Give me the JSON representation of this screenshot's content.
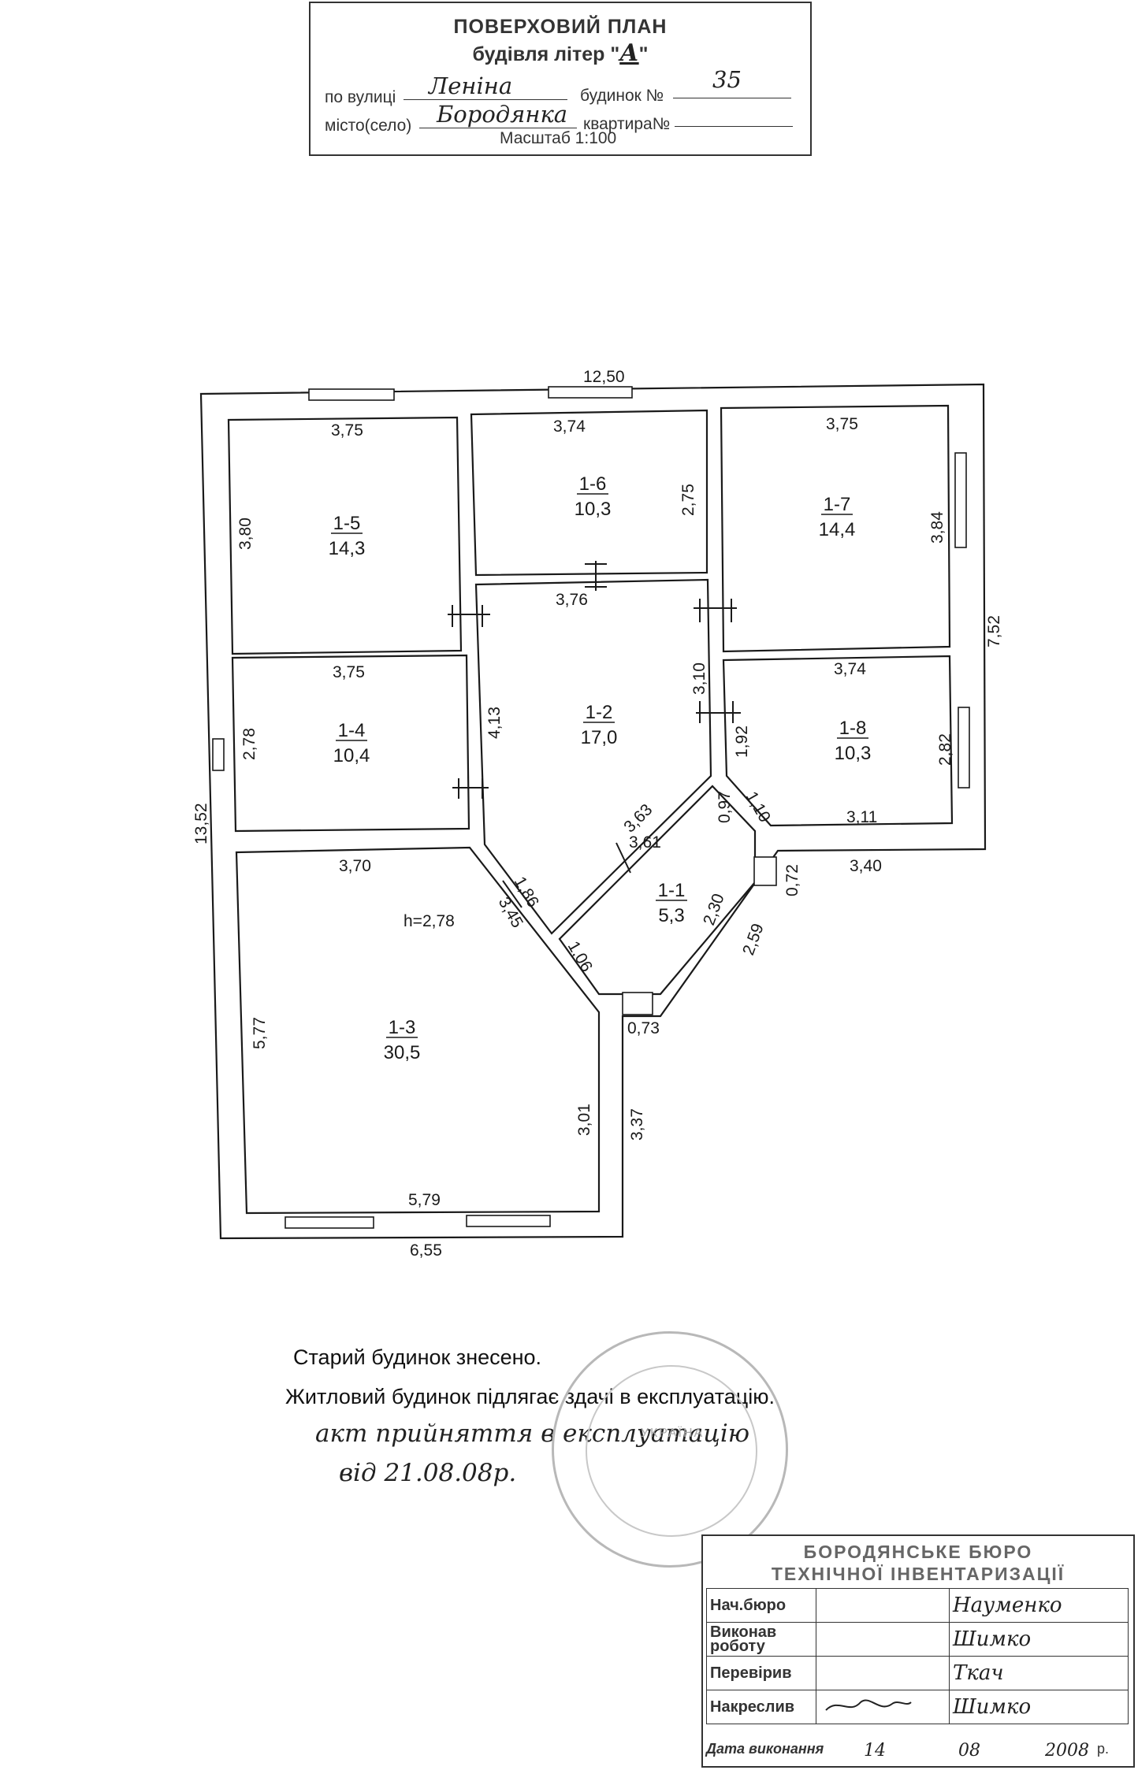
{
  "title_stamp": {
    "line1": "ПОВЕРХОВИЙ ПЛАН",
    "line2": "будівля літер \"",
    "line2_close": "\"",
    "letter": "А",
    "street_label": "по вулиці",
    "street_value": "Леніна",
    "house_label": "будинок №",
    "house_value": "35",
    "city_label": "місто(село)",
    "city_value": "Бородянка",
    "apartment_label": "квартира№",
    "scale": "Масштаб 1:100"
  },
  "rooms": [
    {
      "id": "1-5",
      "area": "14,3"
    },
    {
      "id": "1-6",
      "area": "10,3"
    },
    {
      "id": "1-7",
      "area": "14,4"
    },
    {
      "id": "1-4",
      "area": "10,4"
    },
    {
      "id": "1-2",
      "area": "17,0"
    },
    {
      "id": "1-8",
      "area": "10,3"
    },
    {
      "id": "1-1",
      "area": "5,3"
    },
    {
      "id": "1-3",
      "area": "30,5"
    }
  ],
  "dimensions": {
    "overall_top": "12,50",
    "overall_left": "13,52",
    "overall_right": "7,52",
    "bottom_outer": "6,55",
    "right_bottom": "3,40",
    "lower_right_outer": "3,37",
    "height_note": "h=2,78",
    "r15_w": "3,75",
    "r15_h": "3,80",
    "r16_w": "3,74",
    "r16_h": "2,75",
    "r17_w": "3,75",
    "r17_h": "3,84",
    "r14_w": "3,75",
    "r14_h": "2,78",
    "r12_w": "3,76",
    "r12_left": "4,13",
    "r12_right": "3,10",
    "r12_right_low": "1,92",
    "r12_diag": "3,63",
    "r12_diag_low": "1,86",
    "r18_w": "3,74",
    "r18_h": "2,82",
    "r18_bottom": "3,11",
    "r18_diag": "1,10",
    "r11_diag_top": "3,61",
    "r11_side": "0,97",
    "r11_right": "0,72",
    "r11_diag": "2,30",
    "r11_outer": "2,59",
    "r11_left": "1,06",
    "r11_bottom": "0,73",
    "r13_top": "3,70",
    "r13_left": "5,77",
    "r13_diag": "3,45",
    "r13_right": "3,01",
    "r13_bottom": "5,79"
  },
  "notes": {
    "line1": "Старий будинок  знесено.",
    "line2": "Житловий будинок підлягає здачі в експлуатацію.",
    "hand1": "акт прийняття в експлуатацію",
    "hand2": "від   21.08.08",
    "hand2_suffix": "р."
  },
  "seal": {
    "text": "УКРАЇНА"
  },
  "bureau_stamp": {
    "header1": "БОРОДЯНСЬКЕ БЮРО",
    "header2": "ТЕХНІЧНОЇ ІНВЕНТАРИЗАЦІЇ",
    "rows": [
      {
        "label": "Нач.бюро",
        "name": "Науменко"
      },
      {
        "label": "Виконав роботу",
        "name": "Шимко"
      },
      {
        "label": "Перевірив",
        "name": "Ткач"
      },
      {
        "label": "Накреслив",
        "name": "Шимко"
      }
    ],
    "date_label": "Дата виконання",
    "date_day": "14",
    "date_month": "08",
    "date_year": "2008",
    "date_suffix": "р."
  }
}
